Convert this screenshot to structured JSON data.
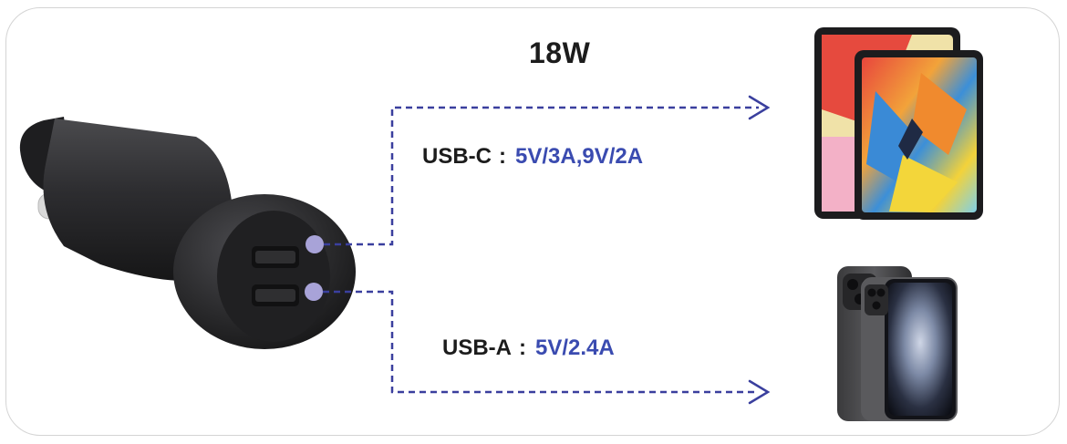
{
  "power": "18W",
  "ports": [
    {
      "name": "USB-C",
      "separator": ":",
      "spec": "5V/3A,9V/2A"
    },
    {
      "name": "USB-A",
      "separator": ":",
      "spec": "5V/2.4A"
    }
  ],
  "colors": {
    "line": "#3a3f9e",
    "spec_text": "#3a4bb0",
    "port_dot": "#a8a3d8",
    "charger_body": "#2b2b2d"
  },
  "icons": {
    "charger": "car-charger-image",
    "tablet": "tablet-image",
    "phone": "smartphone-image"
  }
}
